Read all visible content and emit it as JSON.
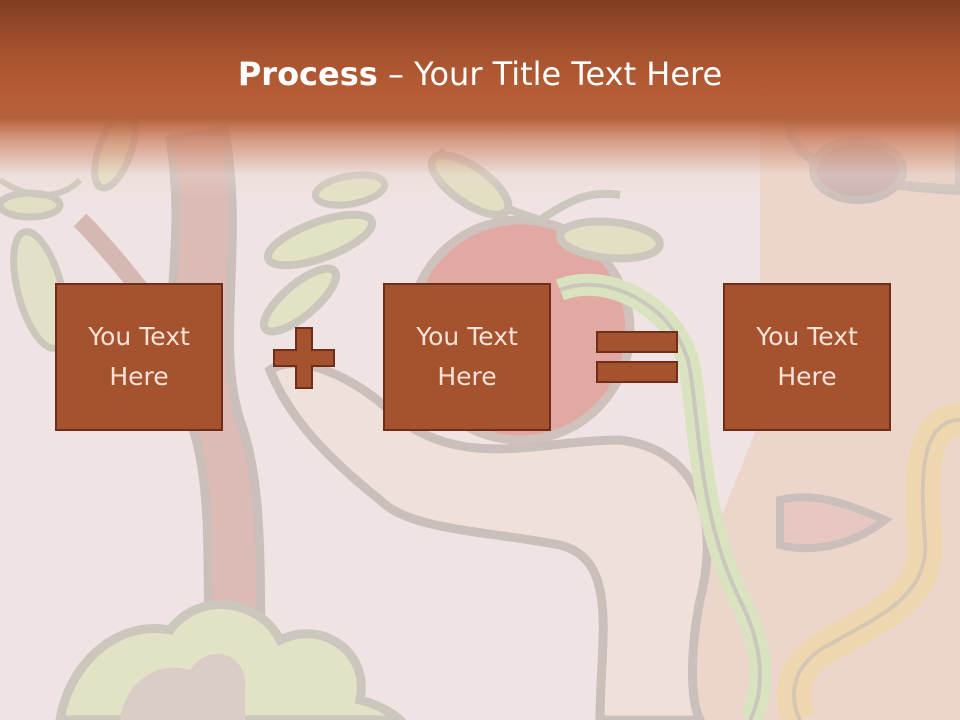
{
  "slide": {
    "title_bold": "Process",
    "title_rest": " – Your Title Text Here",
    "boxes": [
      {
        "text": "You Text Here"
      },
      {
        "text": "You Text Here"
      },
      {
        "text": "You Text Here"
      }
    ],
    "operators": [
      "plus-icon",
      "equals-icon"
    ]
  },
  "colors": {
    "header_dark": "#7f3d24",
    "header_accent": "#b65d36",
    "box_fill": "#a5522f",
    "box_border": "#6f2e19",
    "box_text": "#f6e2d6",
    "background": "#efe3e3"
  }
}
